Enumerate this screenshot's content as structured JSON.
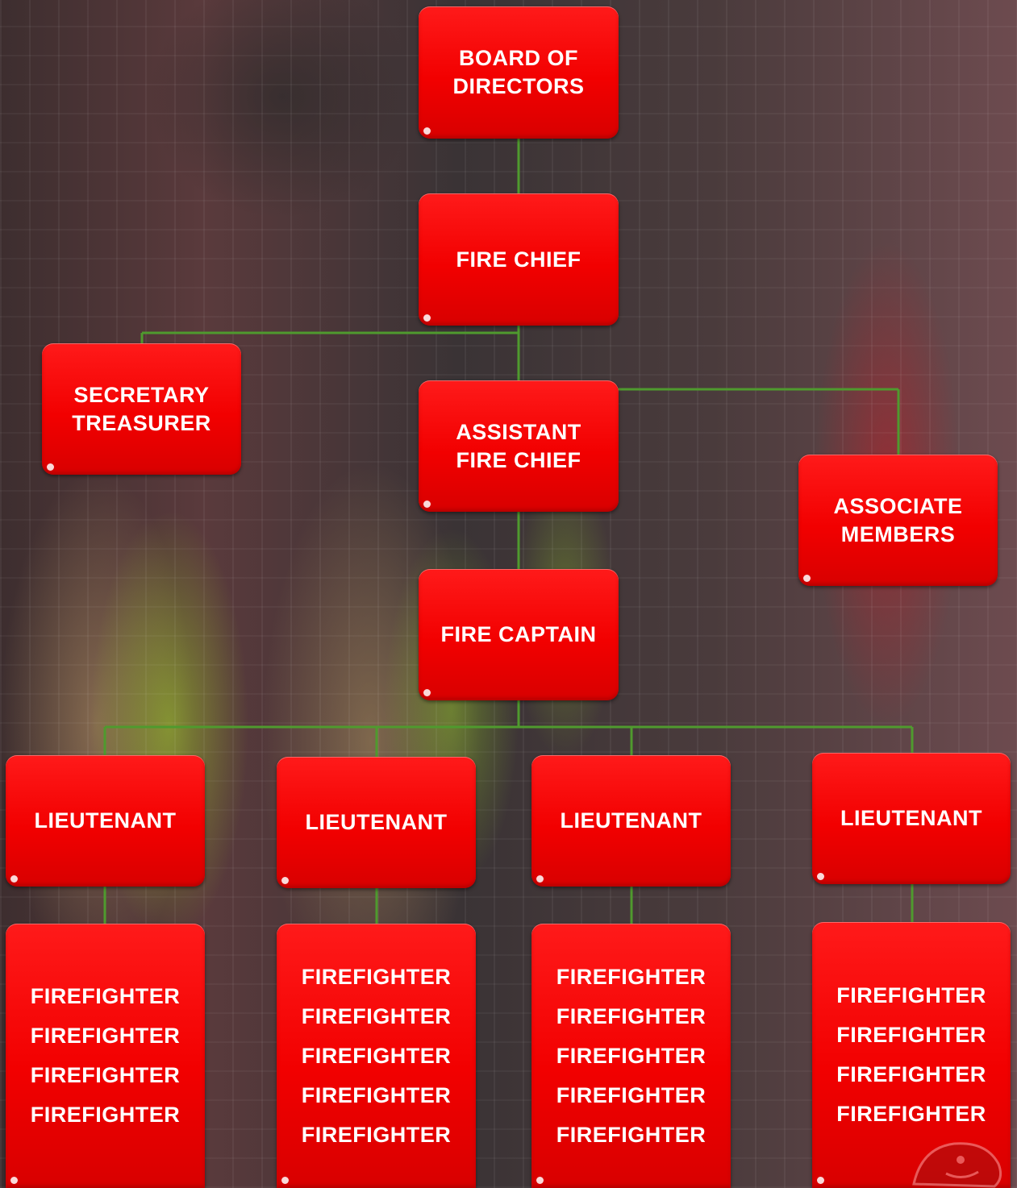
{
  "board": {
    "line1": "BOARD OF",
    "line2": "DIRECTORS"
  },
  "chief": {
    "label": "FIRE CHIEF"
  },
  "secretary": {
    "line1": "SECRETARY",
    "line2": "TREASURER"
  },
  "assistant": {
    "line1": "ASSISTANT",
    "line2": "FIRE CHIEF"
  },
  "associate": {
    "line1": "ASSOCIATE",
    "line2": "MEMBERS"
  },
  "captain": {
    "label": "FIRE CAPTAIN"
  },
  "lieutenants": [
    "LIEUTENANT",
    "LIEUTENANT",
    "LIEUTENANT",
    "LIEUTENANT"
  ],
  "crews": [
    [
      "FIREFIGHTER",
      "FIREFIGHTER",
      "FIREFIGHTER",
      "FIREFIGHTER"
    ],
    [
      "FIREFIGHTER",
      "FIREFIGHTER",
      "FIREFIGHTER",
      "FIREFIGHTER",
      "FIREFIGHTER"
    ],
    [
      "FIREFIGHTER",
      "FIREFIGHTER",
      "FIREFIGHTER",
      "FIREFIGHTER",
      "FIREFIGHTER"
    ],
    [
      "FIREFIGHTER",
      "FIREFIGHTER",
      "FIREFIGHTER",
      "FIREFIGHTER"
    ]
  ],
  "colors": {
    "box": "#f20000",
    "connector": "#4f9a2e",
    "text": "#ffffff"
  },
  "icons": {
    "corner_logo": "bulldog-mascot-icon"
  }
}
